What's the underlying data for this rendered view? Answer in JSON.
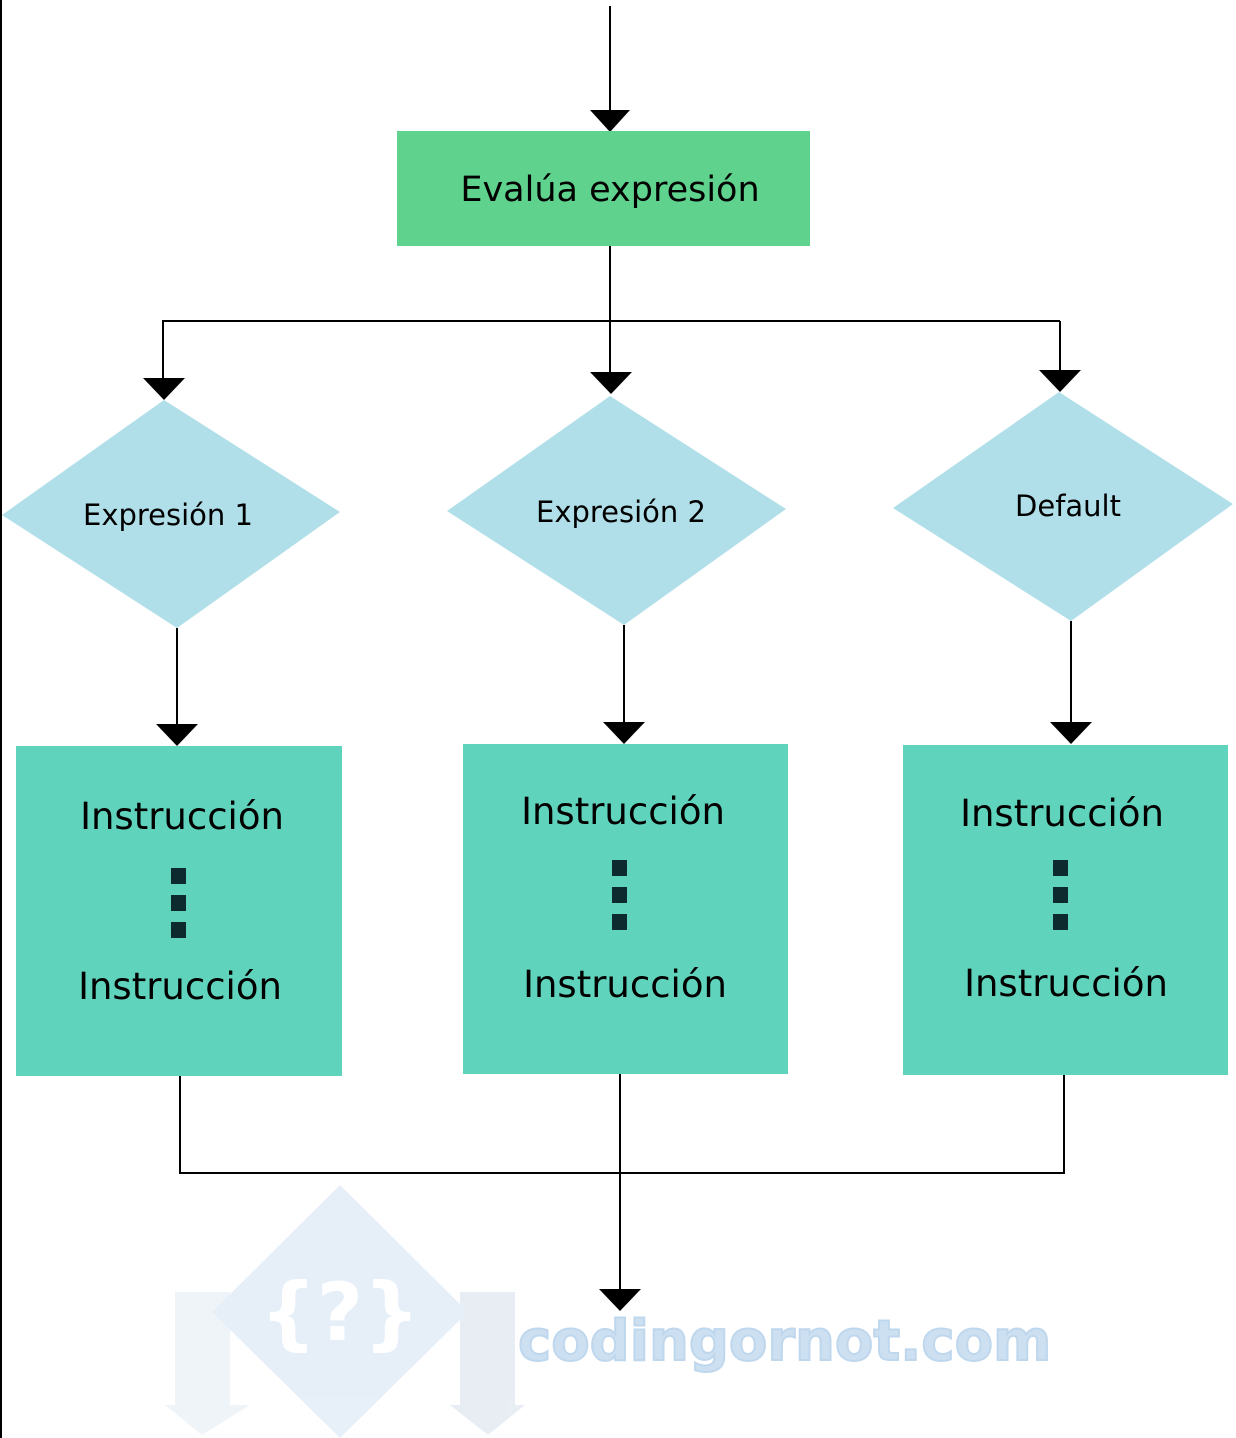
{
  "diagram": {
    "type": "flowchart",
    "colors": {
      "evaluate_box": "#5fd38d",
      "condition_diamond": "#b0dfe9",
      "instruction_box": "#5fd3bc",
      "dots": "#0d2b2e",
      "lines": "#000000"
    },
    "start_box": {
      "label": "Evalúa expresión"
    },
    "conditions": [
      {
        "label": "Expresión 1"
      },
      {
        "label": "Expresión 2"
      },
      {
        "label": "Default"
      }
    ],
    "instruction_boxes": [
      {
        "first": "Instrucción",
        "last": "Instrucción"
      },
      {
        "first": "Instrucción",
        "last": "Instrucción"
      },
      {
        "first": "Instrucción",
        "last": "Instrucción"
      }
    ]
  },
  "watermark": {
    "text": "codingornot.com",
    "logo_glyph": "{?}",
    "color": "#c8ddf0"
  }
}
